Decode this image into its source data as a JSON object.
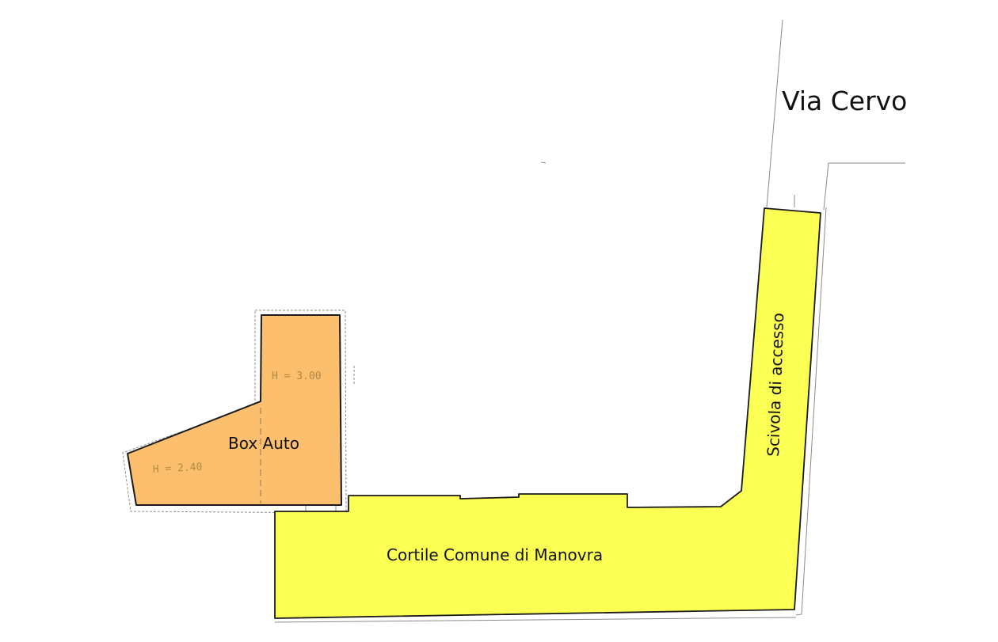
{
  "labels": {
    "street": "Via Cervo",
    "ramp": "Scivola di accesso",
    "courtyard": "Cortile Comune di Manovra",
    "garage": "Box Auto",
    "height_high": "H = 3.00",
    "height_low": "H = 2.40"
  },
  "colors": {
    "courtyard_fill": "#fbff54",
    "garage_fill": "#fcbf6e",
    "outline": "#1a1a1a",
    "faint_line": "#8a8a8a",
    "handwriting": "#b08a44"
  }
}
